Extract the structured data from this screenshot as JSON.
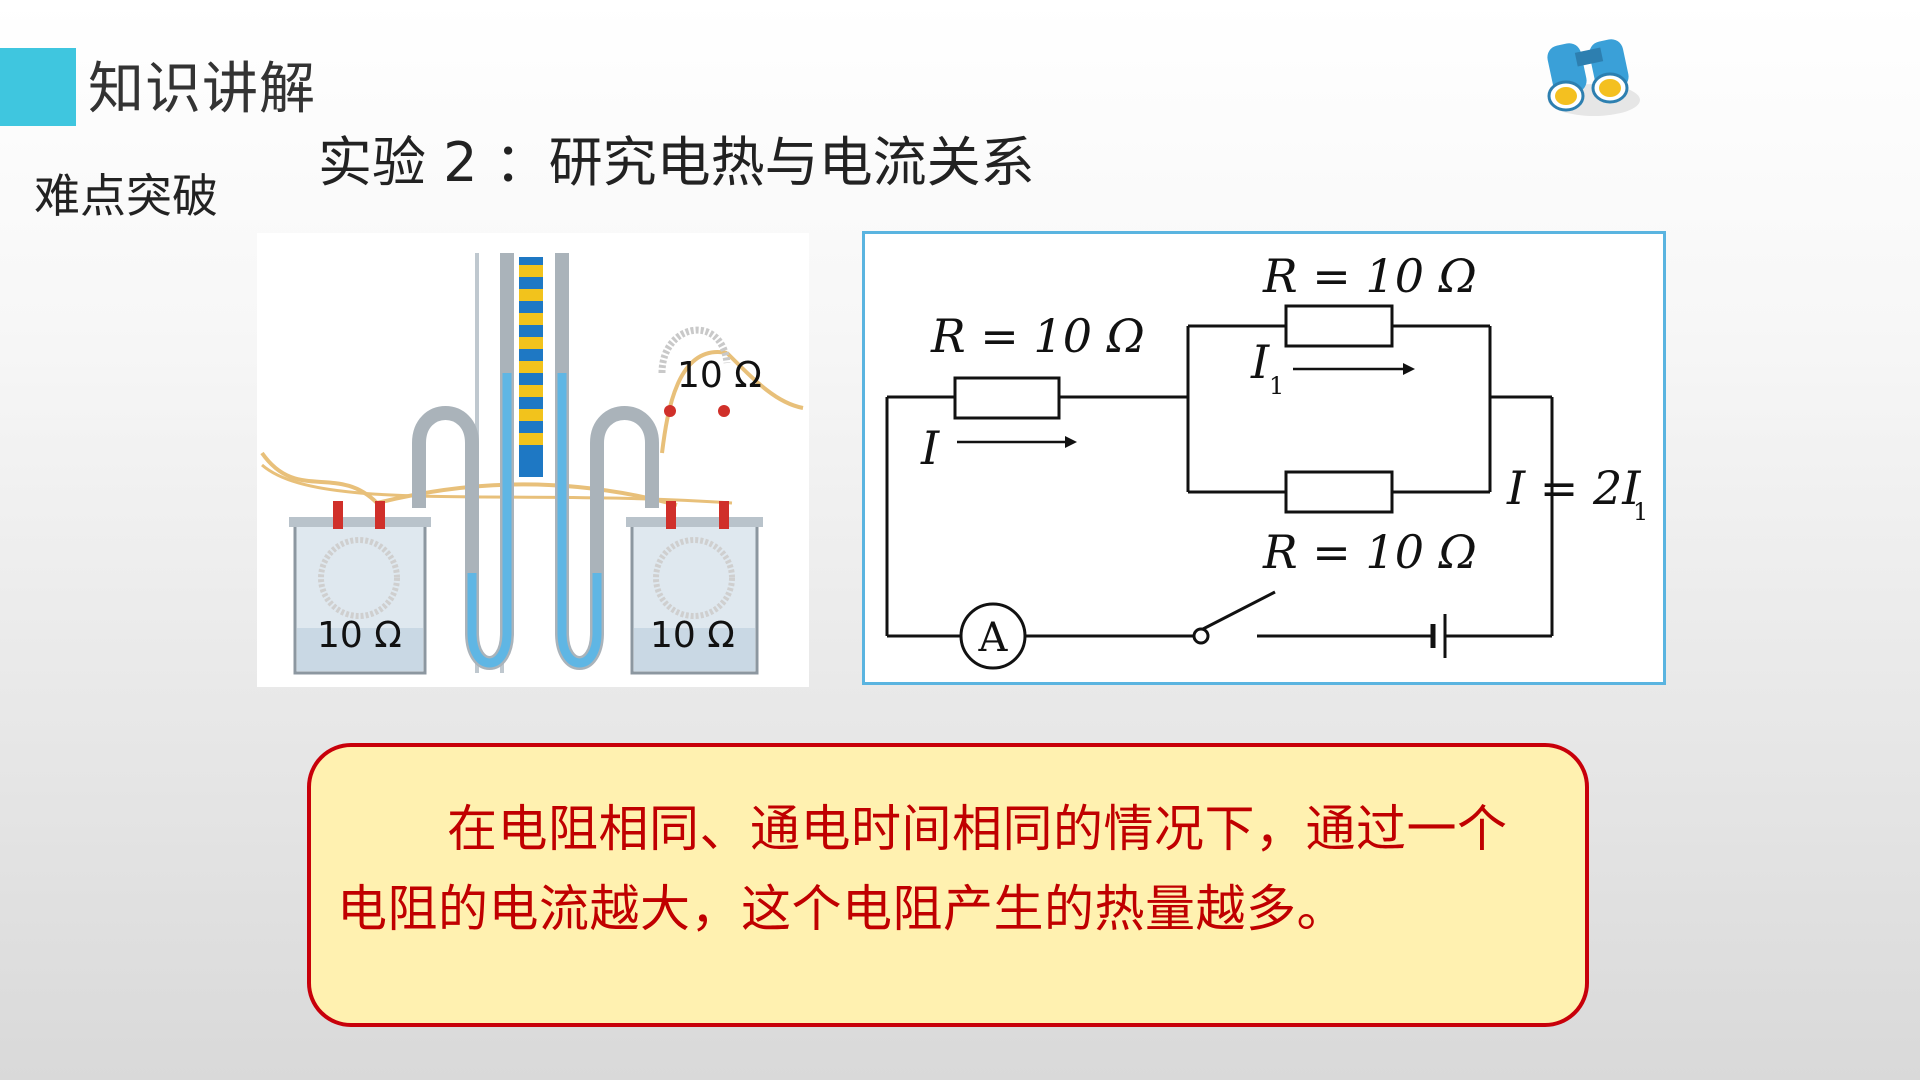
{
  "header": {
    "section_title": "知识讲解",
    "subsection": "难点突破",
    "experiment_title": "实验 2 ：研究电热与电流关系"
  },
  "apparatus": {
    "left_container_label": "10 Ω",
    "right_container_label": "10 Ω",
    "external_resistor_label": "10 Ω"
  },
  "circuit": {
    "r_series_label": "R = 10 Ω",
    "r_parallel_label": "R = 10 Ω",
    "r_battery_label": "R = 10 Ω",
    "current_main": "I",
    "current_branch": "I",
    "current_branch_sub": "1",
    "current_relation": "I = 2I",
    "current_relation_sub": "1",
    "ammeter": "A"
  },
  "conclusion": {
    "text": "在电阻相同、通电时间相同的情况下，通过一个电阻的电流越大，这个电阻产生的热量越多。"
  },
  "icons": [
    "binoculars-icon"
  ],
  "colors": {
    "accent": "#3fc6df",
    "conclusion_text": "#c00000",
    "conclusion_border": "#c8000a",
    "conclusion_bg": "#fff1b0",
    "circuit_border": "#5ab4e0"
  }
}
